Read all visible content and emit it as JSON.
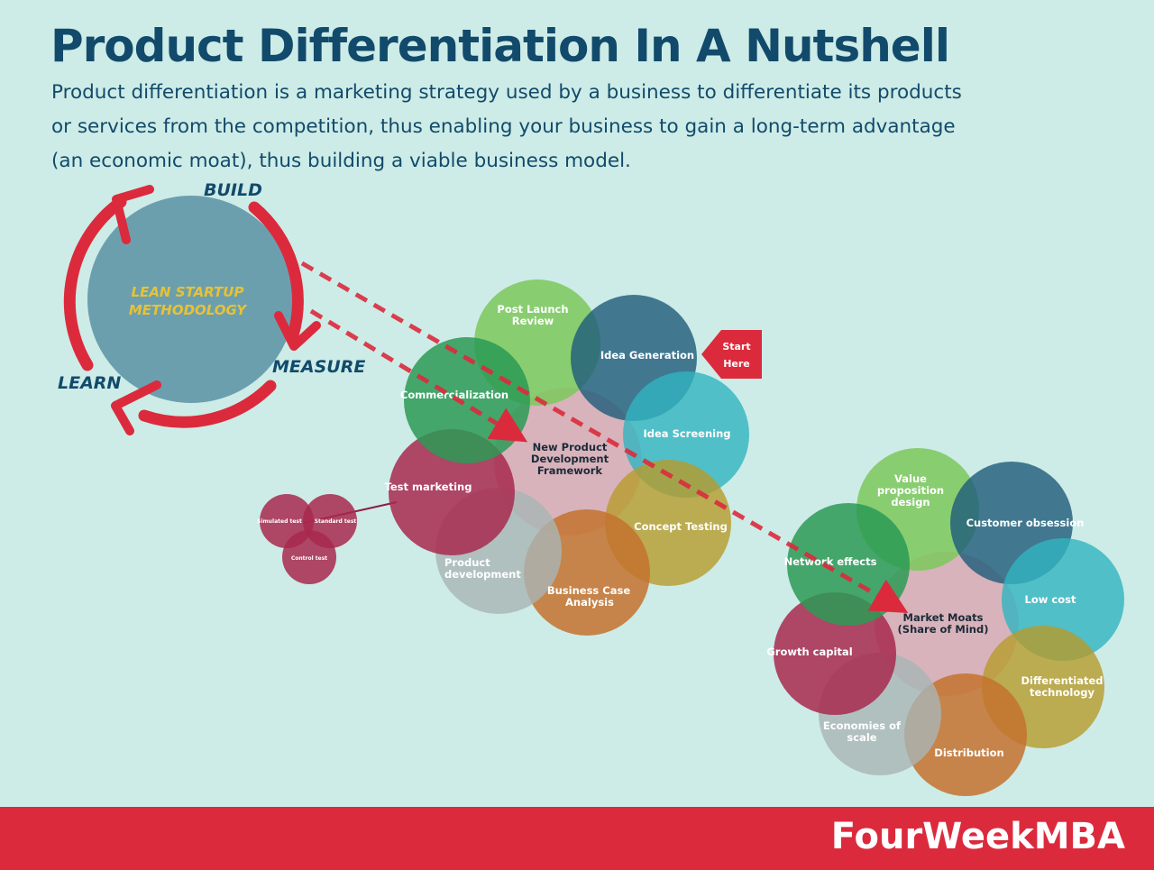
{
  "header": {
    "title": "Product Differentiation In A Nutshell",
    "description": "Product differentiation is a marketing strategy used by a business to differentiate its products or services from the competition, thus enabling your business to gain a long-term advantage (an economic moat), thus building a viable business model."
  },
  "lean_cycle": {
    "center_line1": "LEAN STARTUP",
    "center_line2": "METHODOLOGY",
    "build": "BUILD",
    "measure": "MEASURE",
    "learn": "LEARN"
  },
  "npd_framework": {
    "center_line1": "New Product",
    "center_line2": "Development",
    "center_line3": "Framework",
    "post_launch_line1": "Post Launch",
    "post_launch_line2": "Review",
    "idea_generation": "Idea Generation",
    "idea_screening": "Idea Screening",
    "concept_testing": "Concept Testing",
    "business_case_line1": "Business Case",
    "business_case_line2": "Analysis",
    "product_dev_line1": "Product",
    "product_dev_line2": "development",
    "test_marketing": "Test marketing",
    "commercialization": "Commercialization",
    "start_line1": "Start",
    "start_line2": "Here"
  },
  "test_types": {
    "simulated": "Simulated test",
    "standard": "Standard test",
    "control": "Control test"
  },
  "market_moats": {
    "center_line1": "Market Moats",
    "center_line2": "(Share of Mind)",
    "value_prop_line1": "Value",
    "value_prop_line2": "proposition",
    "value_prop_line3": "design",
    "customer_obsession": "Customer obsession",
    "low_cost": "Low cost",
    "diff_tech_line1": "Differentiated",
    "diff_tech_line2": "technology",
    "distribution": "Distribution",
    "economies_line1": "Economies of",
    "economies_line2": "scale",
    "growth_capital": "Growth capital",
    "network_effects": "Network effects"
  },
  "footer": {
    "brand": "FourWeekMBA"
  },
  "colors": {
    "background": "#cdece7",
    "title": "#124a6b",
    "accent_red": "#dc2a3d",
    "lean_circle": "#6c9fae",
    "lean_text": "#e8c233",
    "pink": "#d9a9b3",
    "light_green": "#7cc85c",
    "navy": "#1e5b7a",
    "teal": "#31b4c0",
    "olive": "#b79b2c",
    "orange": "#c4722e",
    "grey": "#a9b5b5",
    "crimson": "#a8294e",
    "green": "#2c9a55"
  }
}
